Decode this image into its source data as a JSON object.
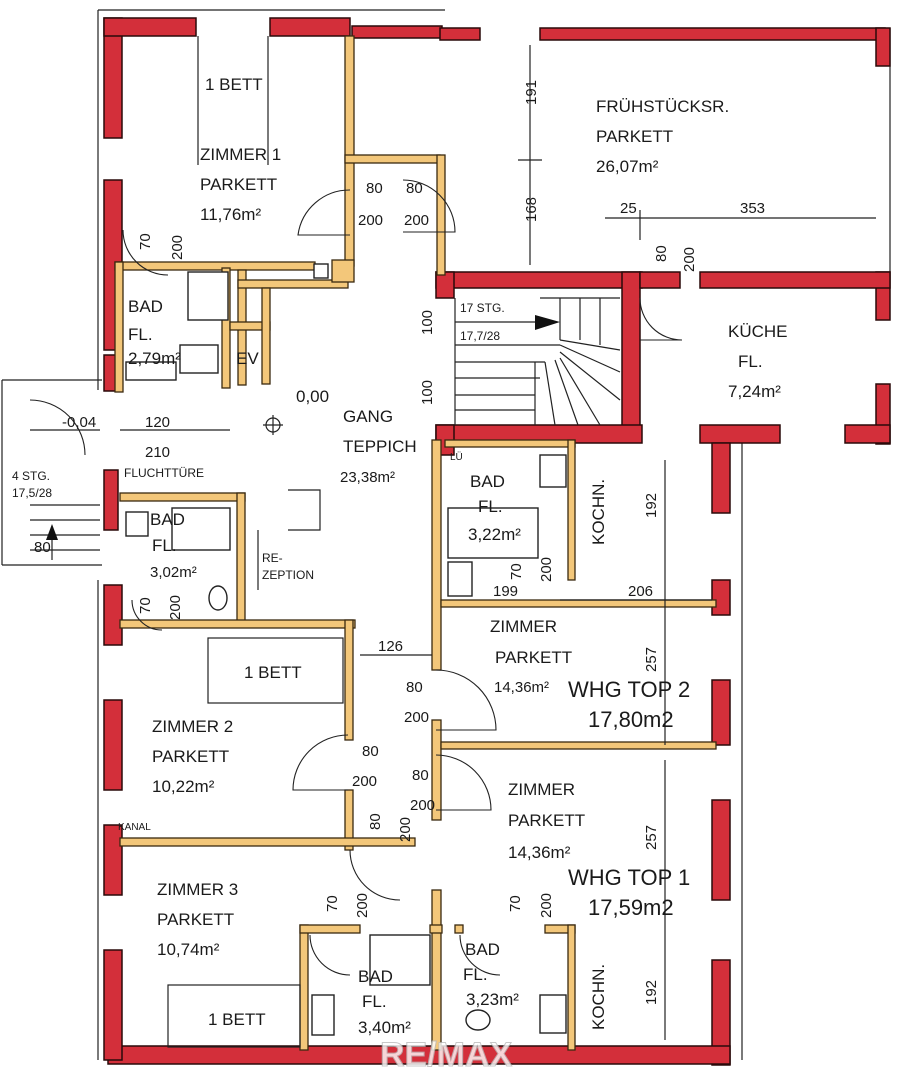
{
  "rooms": {
    "zimmer1": {
      "name": "ZIMMER 1",
      "floor": "PARKETT",
      "area": "11,76m²",
      "bed": "1 BETT"
    },
    "fruehstueck": {
      "name": "FRÜHSTÜCKSR.",
      "floor": "PARKETT",
      "area": "26,07m²"
    },
    "kueche": {
      "name": "KÜCHE",
      "floor": "FL.",
      "area": "7,24m²"
    },
    "bad1": {
      "name": "BAD",
      "floor": "FL.",
      "area": "2,79m²"
    },
    "ev": {
      "name": "EV"
    },
    "gang": {
      "name": "GANG",
      "floor": "TEPPICH",
      "area": "23,38m²",
      "level": "0,00"
    },
    "bad_top2": {
      "name": "BAD",
      "floor": "FL.",
      "area": "3,22m²",
      "lo": "LÜ"
    },
    "bad_left": {
      "name": "BAD",
      "floor": "FL.",
      "area": "3,02m²"
    },
    "rezeption": {
      "line1": "RE-",
      "line2": "ZEPTION"
    },
    "zimmer_top2": {
      "name": "ZIMMER",
      "floor": "PARKETT",
      "area": "14,36m²"
    },
    "zimmer2": {
      "name": "ZIMMER 2",
      "floor": "PARKETT",
      "area": "10,22m²",
      "bed": "1 BETT"
    },
    "zimmer_top1": {
      "name": "ZIMMER",
      "floor": "PARKETT",
      "area": "14,36m²"
    },
    "zimmer3": {
      "name": "ZIMMER 3",
      "floor": "PARKETT",
      "area": "10,74m²",
      "bed": "1 BETT"
    },
    "bad3": {
      "name": "BAD",
      "floor": "FL.",
      "area": "3,40m²"
    },
    "bad_top1": {
      "name": "BAD",
      "floor": "FL.",
      "area": "3,23m²"
    }
  },
  "units": {
    "top2": {
      "name": "WHG TOP 2",
      "area": "17,80m2"
    },
    "top1": {
      "name": "WHG TOP 1",
      "area": "17,59m2"
    }
  },
  "labels": {
    "kochn_top2": "KOCHN.",
    "kochn_top1": "KOCHN.",
    "stair_inner_line1": "17 STG.",
    "stair_inner_line2": "17,7/28",
    "stair_outer_line1": "4 STG.",
    "stair_outer_line2": "17,5/28",
    "fluchttuere": "FLUCHTTÜRE",
    "kanal": "KANAL",
    "level_entry": "-0,04",
    "watermark": "RE/MAX"
  },
  "dimensions": {
    "d191": "191",
    "d168": "168",
    "d25": "25",
    "d353": "353",
    "k80": "80",
    "k200": "200",
    "z1_80": "80",
    "z1_200": "200",
    "g80": "80",
    "g200": "200",
    "z1_70": "70",
    "z1_200v": "200",
    "st100a": "100",
    "st100b": "100",
    "e120": "120",
    "e210": "210",
    "e80": "80",
    "b70": "70",
    "b200": "200",
    "t2_192": "192",
    "t2_199": "199",
    "t2_206": "206",
    "t2_257": "257",
    "t2b_70": "70",
    "t2b_200": "200",
    "g126": "126",
    "t2d_80": "80",
    "t2d_200": "200",
    "z2_80": "80",
    "z2_200": "200",
    "t1d_80": "80",
    "t1d_200": "200",
    "z3_80": "80",
    "z3_200": "200",
    "t1_257": "257",
    "t1_192": "192",
    "b3_70": "70",
    "b3_200": "200",
    "bt1_70": "70",
    "bt1_200": "200"
  }
}
